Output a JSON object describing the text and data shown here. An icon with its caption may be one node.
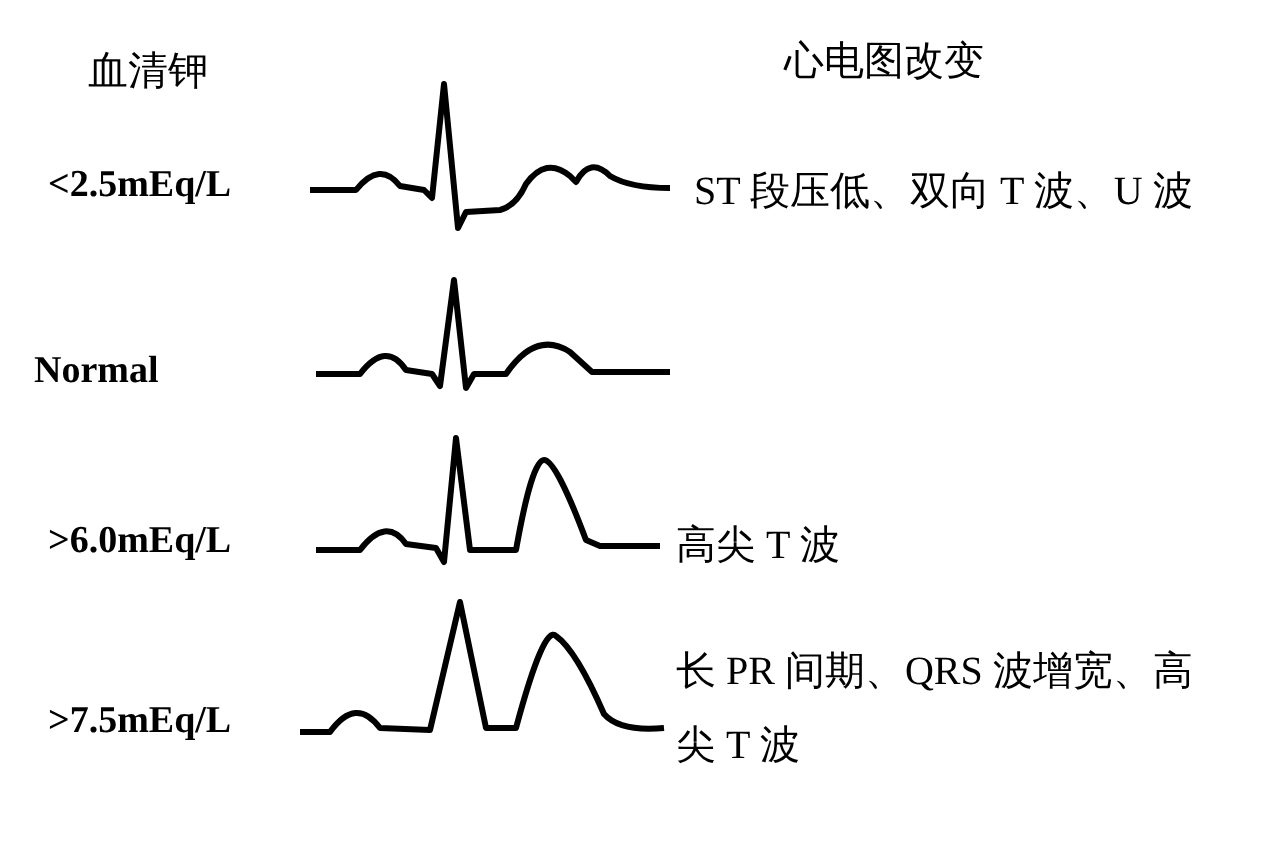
{
  "diagram": {
    "labels": [
      "血清钾",
      "心电图改变",
      "<2.5mEq/L",
      "ST 段压低、双向 T 波、U 波",
      "Normal",
      ">6.0mEq/L",
      "高尖 T 波",
      ">7.5mEq/L",
      "长 PR 间期、QRS 波增宽、高尖 T 波"
    ]
  }
}
